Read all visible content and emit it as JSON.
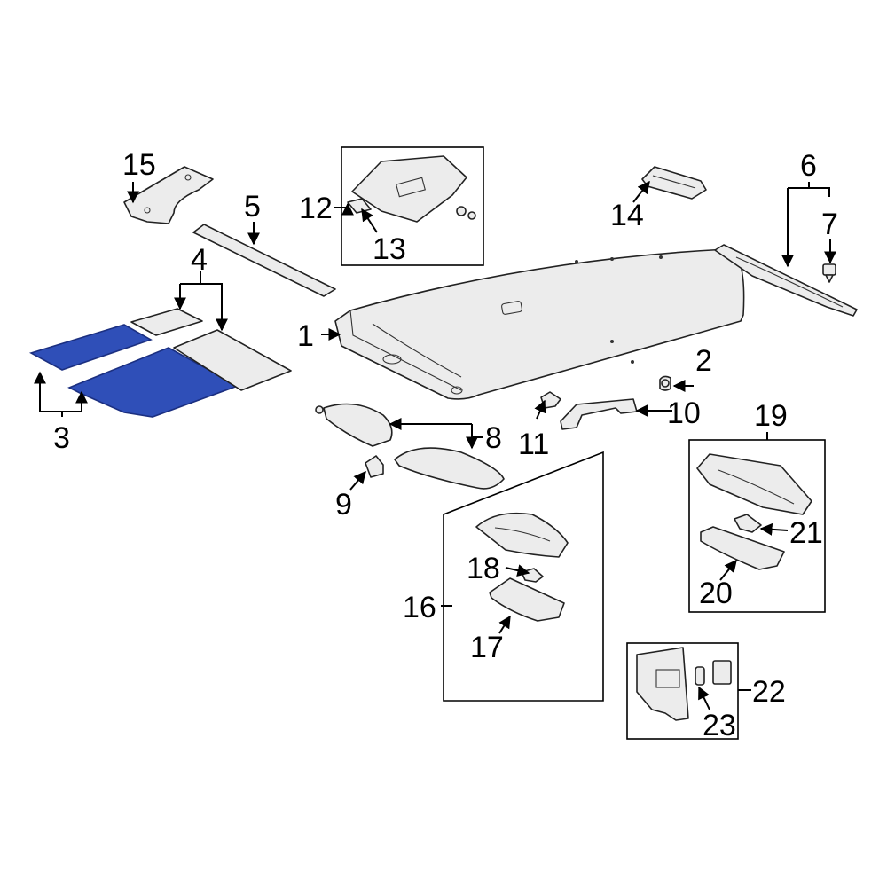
{
  "callouts": {
    "c1": "1",
    "c2": "2",
    "c3": "3",
    "c4": "4",
    "c5": "5",
    "c6": "6",
    "c7": "7",
    "c8": "8",
    "c9": "9",
    "c10": "10",
    "c11": "11",
    "c12": "12",
    "c13": "13",
    "c14": "14",
    "c15": "15",
    "c16": "16",
    "c17": "17",
    "c18": "18",
    "c19": "19",
    "c20": "20",
    "c21": "21",
    "c22": "22",
    "c23": "23"
  },
  "colors": {
    "highlight": "#2f4fb8",
    "highlight_stroke": "#1b2f80",
    "part_fill": "#ececec",
    "line": "#000000"
  },
  "highlighted_part": "3"
}
